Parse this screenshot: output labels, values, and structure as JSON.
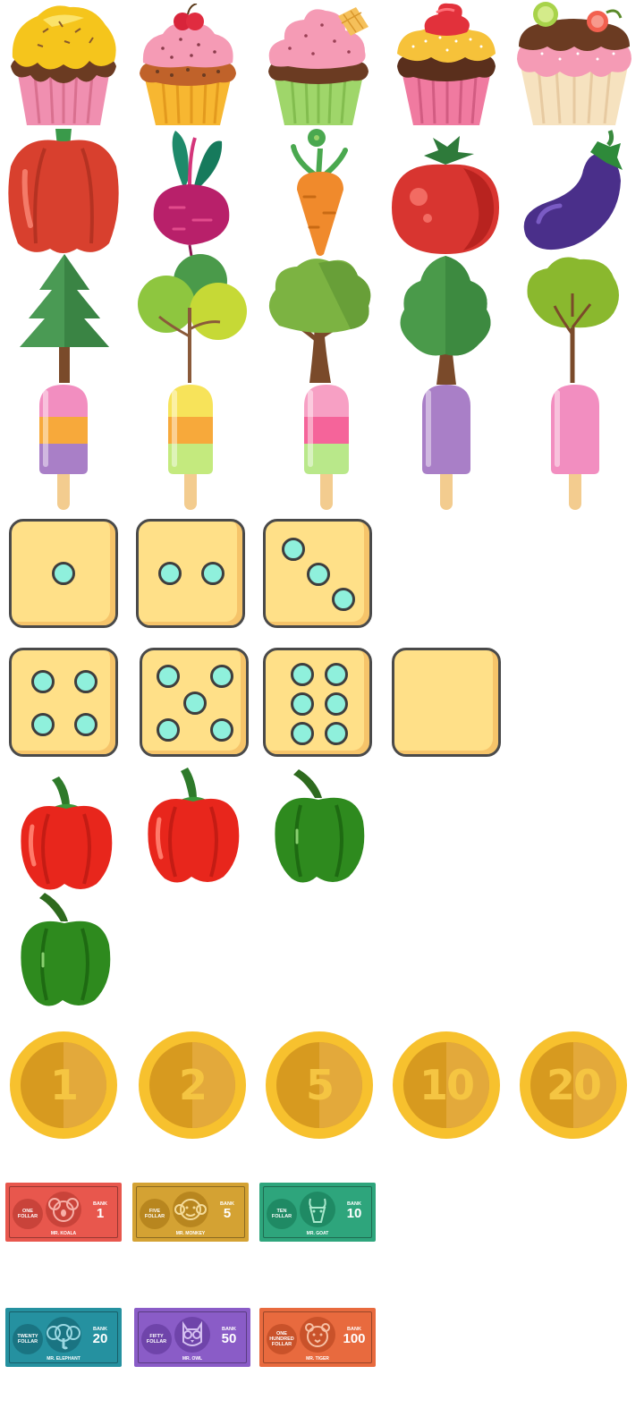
{
  "cupcakes": [
    "cupcake-yellow-icon",
    "cupcake-cherry-icon",
    "cupcake-wafer-icon",
    "cupcake-strawberry-icon",
    "cupcake-kiwi-icon"
  ],
  "vegetables": [
    "bell-pepper-red-icon",
    "beetroot-icon",
    "carrot-icon",
    "tomato-icon",
    "eggplant-icon"
  ],
  "trees": [
    "pine-tree-icon",
    "birch-tree-icon",
    "oak-tree-icon",
    "tall-tree-icon",
    "bush-tree-icon"
  ],
  "popsicles": [
    "popsicle-tricolor-icon",
    "popsicle-lemon-lime-icon",
    "popsicle-pink-green-icon",
    "popsicle-grape-icon",
    "popsicle-pink-icon"
  ],
  "dice": [
    1,
    2,
    3,
    4,
    5,
    6,
    0
  ],
  "peppers": [
    "red-pepper-icon",
    "red-pepper-icon",
    "green-pepper-icon",
    "green-pepper-icon"
  ],
  "coins": [
    {
      "label": "1"
    },
    {
      "label": "2"
    },
    {
      "label": "5"
    },
    {
      "label": "10"
    },
    {
      "label": "20"
    }
  ],
  "bills": [
    {
      "left": "ONE FOLLAR",
      "bank": "BANK",
      "denom": "1",
      "name": "MR. KOALA",
      "color": "#e8574d"
    },
    {
      "left": "FIVE FOLLAR",
      "bank": "BANK",
      "denom": "5",
      "name": "MR. MONKEY",
      "color": "#d4a233"
    },
    {
      "left": "TEN FOLLAR",
      "bank": "BANK",
      "denom": "10",
      "name": "MR. GOAT",
      "color": "#2ea57c"
    },
    {
      "left": "TWENTY FOLLAR",
      "bank": "BANK",
      "denom": "20",
      "name": "MR. ELEPHANT",
      "color": "#2591a0"
    },
    {
      "left": "FIFTY FOLLAR",
      "bank": "BANK",
      "denom": "50",
      "name": "MR. OWL",
      "color": "#8a5cc7"
    },
    {
      "left": "ONE HUNDRED FOLLAR",
      "bank": "BANK",
      "denom": "100",
      "name": "MR. TIGER",
      "color": "#e86a3e"
    }
  ]
}
